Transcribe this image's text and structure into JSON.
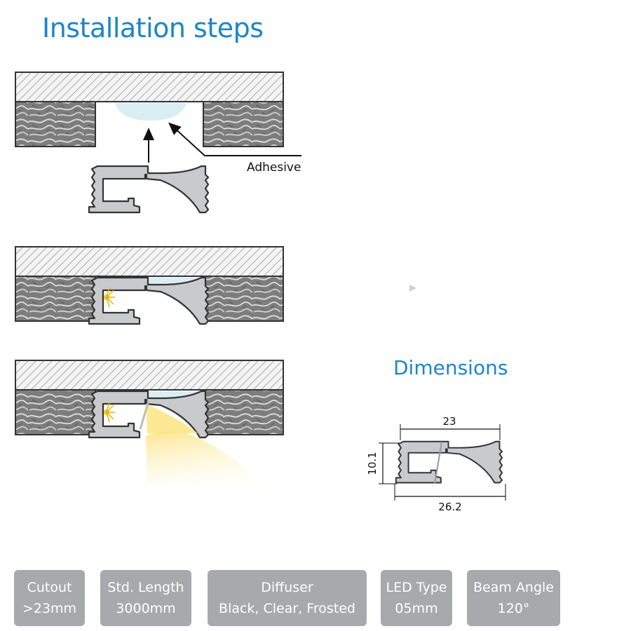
{
  "title": "Installation steps",
  "dimensions_title": "Dimensions",
  "adhesive_label": "Adhesive",
  "dimensions": {
    "width_top": "23",
    "width_bottom": "26.2",
    "height": "10.1"
  },
  "specs": [
    {
      "label": "Cutout",
      "value": ">23mm"
    },
    {
      "label": "Std. Length",
      "value": "3000mm"
    },
    {
      "label": "Diffuser",
      "value": "Black, Clear, Frosted"
    },
    {
      "label": "LED Type",
      "value": "05mm"
    },
    {
      "label": "Beam Angle",
      "value": "120°"
    }
  ],
  "colors": {
    "accent": "#1b86c8",
    "chip": "#a7a9ac",
    "profile": "#c8cacc",
    "glow": "#fde68a",
    "adhesive": "#d8eef2"
  }
}
